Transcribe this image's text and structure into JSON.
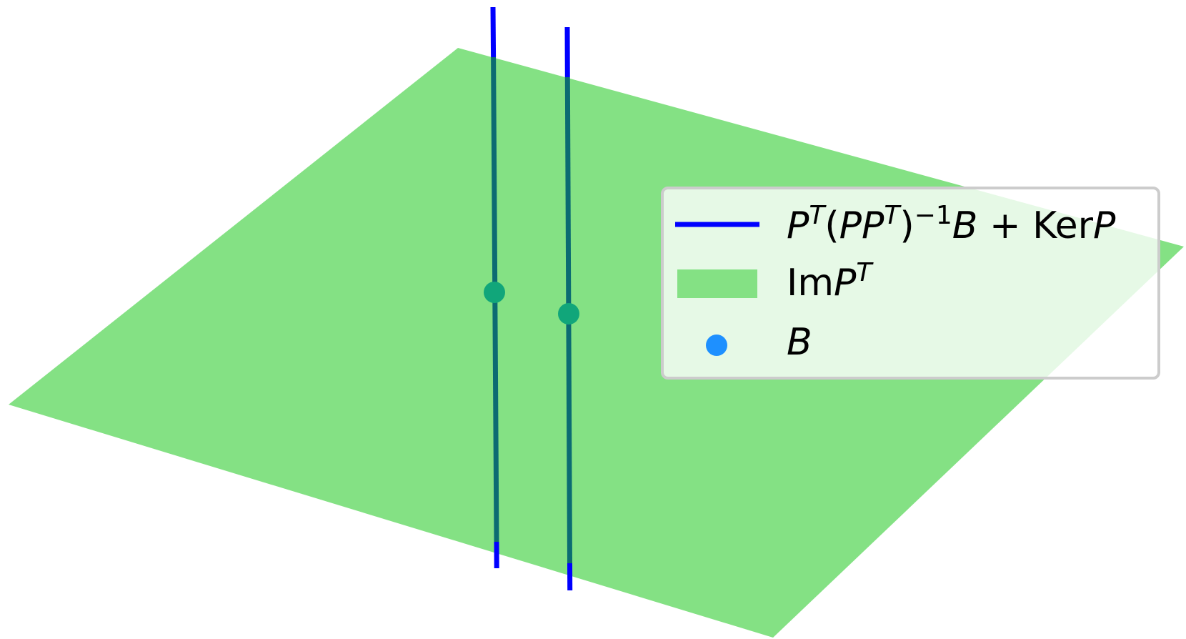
{
  "colors": {
    "background": "#ffffff",
    "plane": "#84e184",
    "line": "#0000ff",
    "line_inside_plane": "#0b6b72",
    "intersection_point": "#11a67a",
    "point_b": "#1e90ff",
    "legend_bg": "#ffffff",
    "legend_border": "#cccccc"
  },
  "legend": {
    "entries": [
      {
        "kind": "line",
        "parts": [
          {
            "text": "P",
            "italic": true
          },
          {
            "text": "T",
            "italic": true,
            "sup": true
          },
          {
            "text": "(",
            "italic": false
          },
          {
            "text": "PP",
            "italic": true
          },
          {
            "text": "T",
            "italic": true,
            "sup": true
          },
          {
            "text": ")",
            "italic": false
          },
          {
            "text": "−1",
            "italic": false,
            "sup": true
          },
          {
            "text": "B",
            "italic": true
          },
          {
            "text": " + Ker",
            "italic": false
          },
          {
            "text": "P",
            "italic": true
          }
        ]
      },
      {
        "kind": "patch",
        "parts": [
          {
            "text": "Im",
            "italic": false
          },
          {
            "text": "P",
            "italic": true
          },
          {
            "text": "T",
            "italic": true,
            "sup": true
          }
        ]
      },
      {
        "kind": "marker",
        "parts": [
          {
            "text": "B",
            "italic": true
          }
        ]
      }
    ]
  }
}
